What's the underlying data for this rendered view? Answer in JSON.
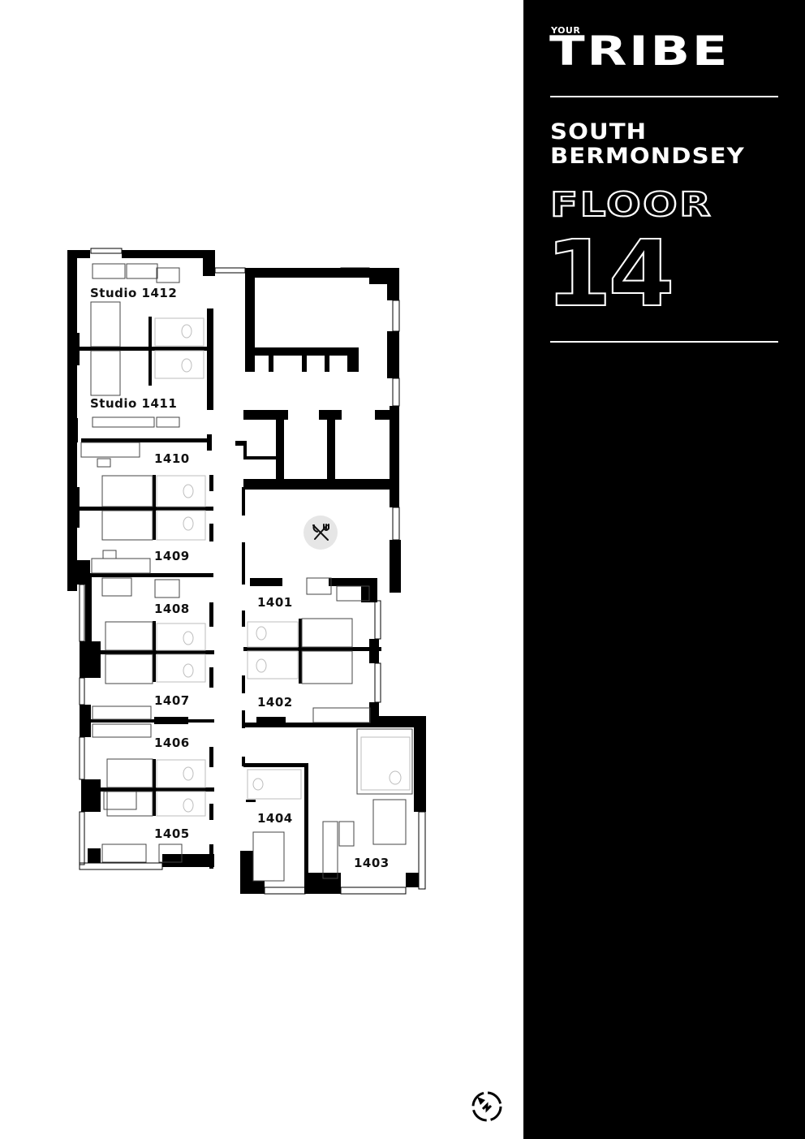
{
  "brand": {
    "top_word": "YOUR",
    "main_word": "TRIBE"
  },
  "location": {
    "line1": "SOUTH",
    "line2": "BERMONDSEY"
  },
  "floor": {
    "label": "FLOOR",
    "number": "14"
  },
  "colors": {
    "panel_bg": "#000000",
    "panel_text": "#ffffff",
    "wall": "#000000",
    "fixture": "#bdbdbd",
    "amenity_bg": "#e6e6e6"
  },
  "rooms": [
    {
      "id": "1412",
      "label": "Studio 1412"
    },
    {
      "id": "1411",
      "label": "Studio 1411"
    },
    {
      "id": "1410",
      "label": "1410"
    },
    {
      "id": "1409",
      "label": "1409"
    },
    {
      "id": "1408",
      "label": "1408"
    },
    {
      "id": "1407",
      "label": "1407"
    },
    {
      "id": "1406",
      "label": "1406"
    },
    {
      "id": "1405",
      "label": "1405"
    },
    {
      "id": "1401",
      "label": "1401"
    },
    {
      "id": "1402",
      "label": "1402"
    },
    {
      "id": "1404",
      "label": "1404"
    },
    {
      "id": "1403",
      "label": "1403"
    }
  ],
  "icons": {
    "kitchen": "fork-knife-icon",
    "compass": "north-compass-icon"
  }
}
